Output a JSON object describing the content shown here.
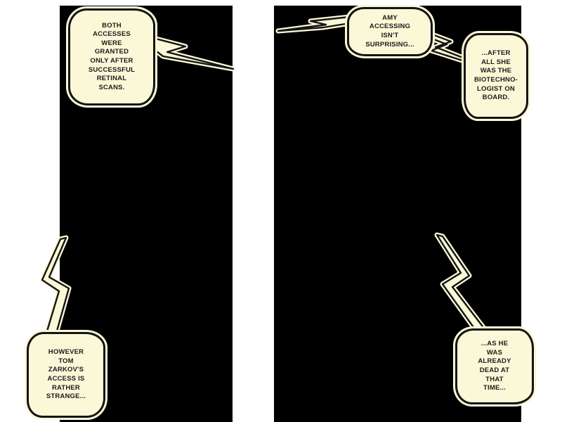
{
  "colors": {
    "background": "#ffffff",
    "panel": "#000000",
    "bubble_fill": "#fbf8d8",
    "bubble_border": "#141414",
    "text": "#1b1b1b"
  },
  "bubbles": {
    "b1": {
      "text": "BOTH\nACCESSES\nWERE\nGRANTED\nONLY AFTER\nSUCCESSFUL\nRETINAL\nSCANS."
    },
    "b2": {
      "text": "HOWEVER\nTOM\nZARKOV'S\nACCESS IS\nRATHER\nSTRANGE..."
    },
    "b3": {
      "text": "AMY\nACCESSING\nISN'T\nSURPRISING..."
    },
    "b4": {
      "text": "...AFTER\nALL SHE\nWAS THE\nBIOTECHNO-\nLOGIST ON\nBOARD."
    },
    "b5": {
      "text": "...AS HE\nWAS\nALREADY\nDEAD AT\nTHAT\nTIME..."
    }
  }
}
